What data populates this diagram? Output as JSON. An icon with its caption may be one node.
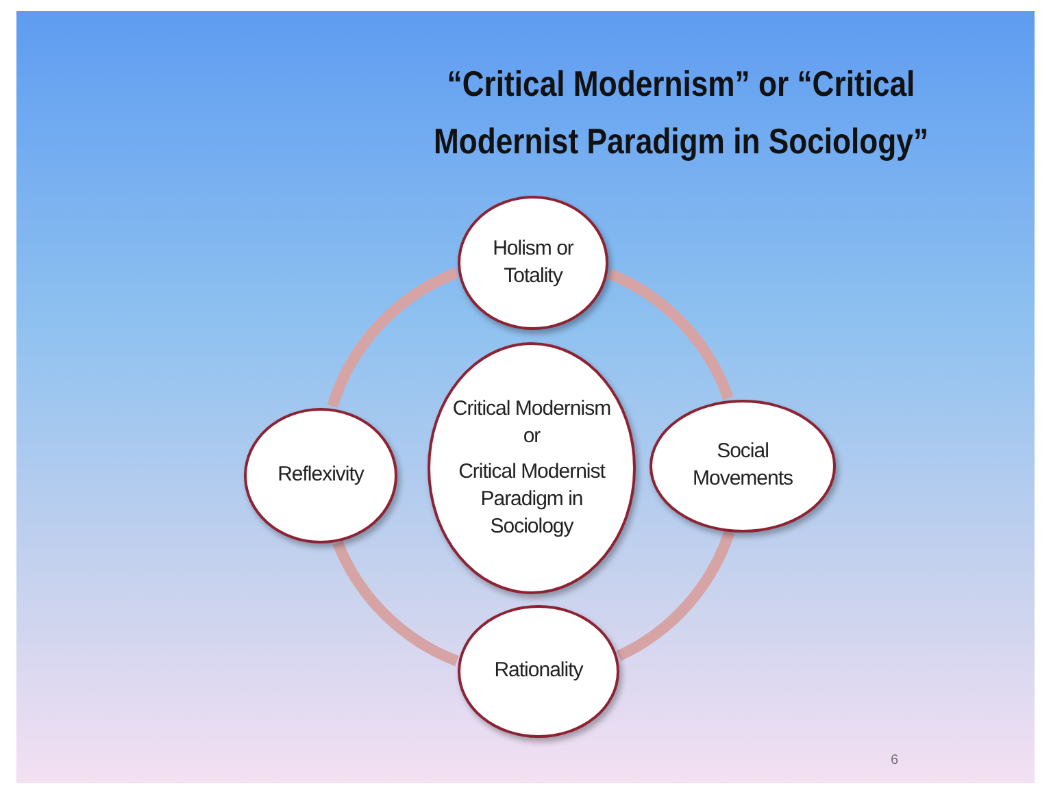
{
  "diagram": {
    "title": "“Critical Modernism” or “Critical Modernist Paradigm in Sociology”",
    "nodes": [
      {
        "text": [
          "Holism or Totality"
        ]
      },
      {
        "text": [
          "Reflexivity"
        ]
      },
      {
        "text": [
          "Critical Modernism or",
          "Critical Modernist Paradigm in Sociology"
        ]
      },
      {
        "text": [
          "Social Movements"
        ]
      },
      {
        "text": [
          "Rationality"
        ]
      }
    ],
    "edges": [
      {
        "from": 0,
        "to": 3,
        "arrow": "none"
      },
      {
        "from": 3,
        "to": 4,
        "arrow": "none"
      },
      {
        "from": 4,
        "to": 1,
        "arrow": "none"
      },
      {
        "from": 1,
        "to": 0,
        "arrow": "none"
      }
    ],
    "labels": [
      "6"
    ]
  }
}
